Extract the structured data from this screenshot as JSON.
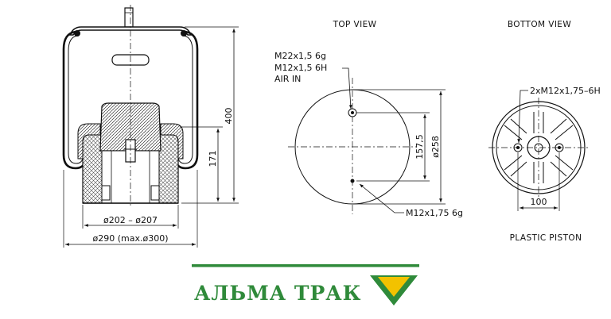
{
  "views": {
    "top_view_title": "TOP VIEW",
    "bottom_view_title": "BOTTOM VIEW",
    "piston_caption": "PLASTIC PISTON"
  },
  "side_view": {
    "height_total": "400",
    "height_piston": "171",
    "diameter_piston": "ø202 – ø207",
    "diameter_bellow": "ø290 (max.ø300)"
  },
  "top_view": {
    "thread_stud": "M22x1,5 6g",
    "thread_air": "M12x1,5 6H",
    "air_in": "AIR IN",
    "thread_bottom": "M12x1,75 6g",
    "bolt_spacing": "157,5",
    "plate_diameter": "ø258"
  },
  "bottom_view": {
    "thread_label": "2xM12x1,75–6H",
    "hole_spacing": "100"
  },
  "brand": {
    "name": "АЛЬМА ТРАК",
    "line_color": "#2f8a3a",
    "logo_green": "#2f8a3a",
    "logo_yellow": "#f2c200"
  }
}
